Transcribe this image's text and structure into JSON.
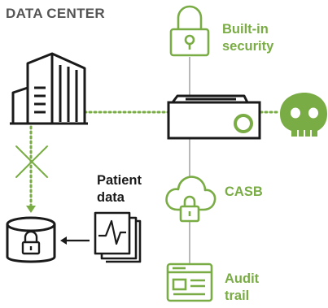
{
  "title": "DATA CENTER",
  "labels": {
    "builtin_security": [
      "Built-in",
      "security"
    ],
    "casb": "CASB",
    "audit_trail": [
      "Audit",
      "trail"
    ],
    "patient_data": [
      "Patient",
      "data"
    ]
  },
  "colors": {
    "green": "#7aac45",
    "dark": "#1a1a1a",
    "gray_line": "#b0b0b0",
    "title_gray": "#555555"
  },
  "icons": [
    "building-icon",
    "lock-icon",
    "server-appliance-icon",
    "skull-icon",
    "cross-icon",
    "database-lock-icon",
    "document-chart-icon",
    "cloud-lock-icon",
    "audit-log-icon"
  ]
}
